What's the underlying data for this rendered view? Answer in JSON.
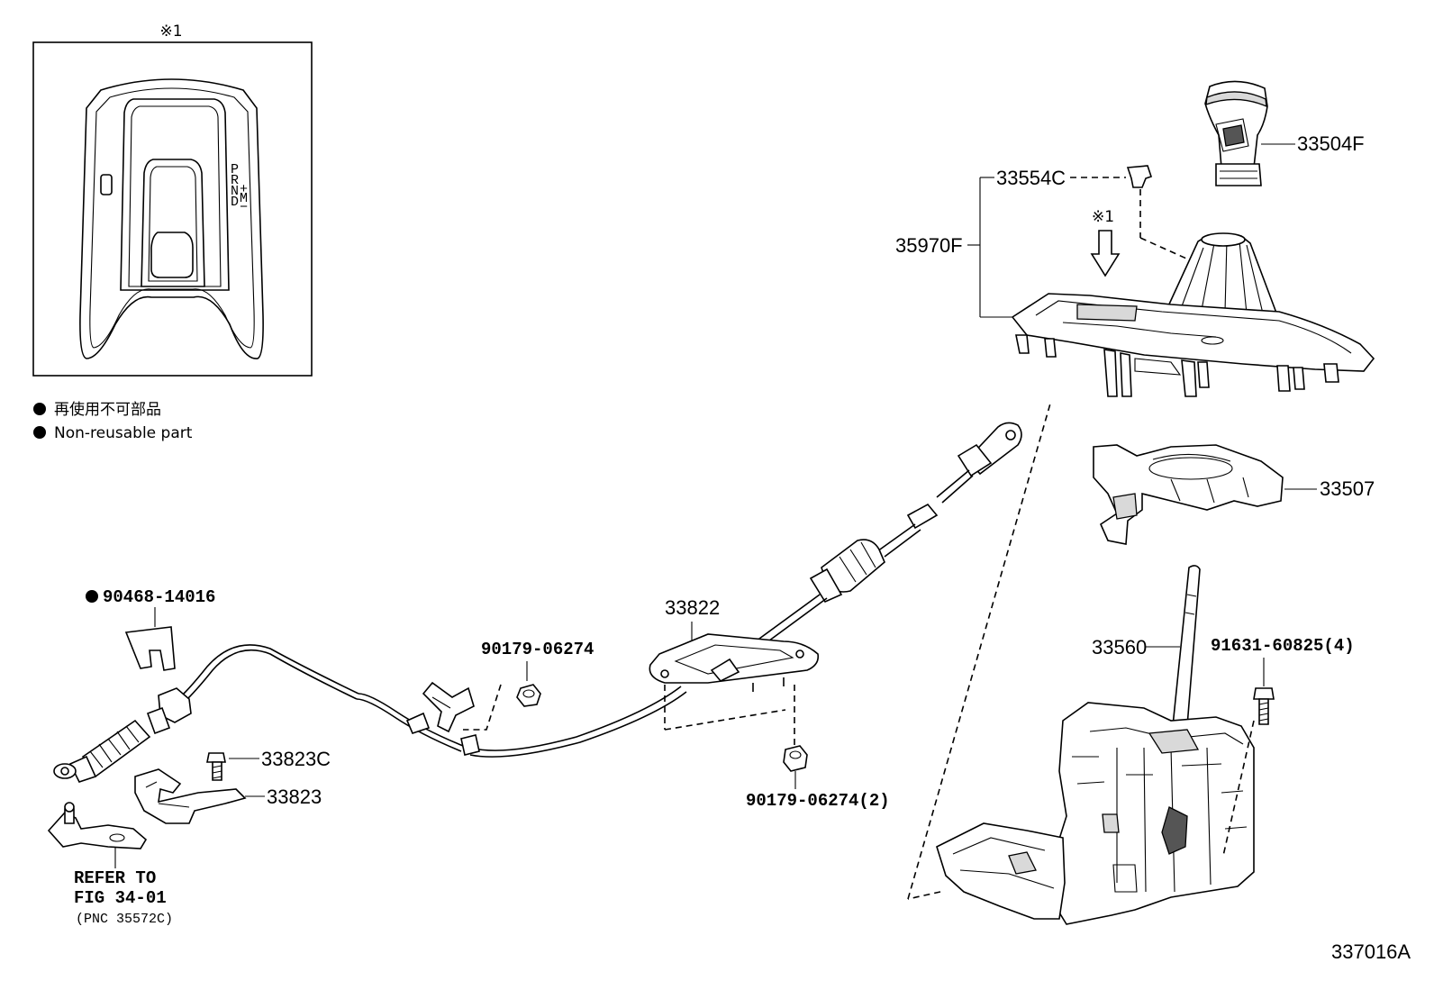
{
  "inset": {
    "marker": "※1"
  },
  "legend": [
    {
      "text": "再使用不可部品"
    },
    {
      "text": "Non-reusable part"
    }
  ],
  "parts": {
    "p33504F": "33504F",
    "p33554C": "33554C",
    "p35970F": "35970F",
    "p33507": "33507",
    "p33560": "33560",
    "p91631": "91631-60825(4)",
    "p33822": "33822",
    "p90179a": "90179-06274",
    "p90179b": "90179-06274(2)",
    "p90468": "90468-14016",
    "p33823C": "33823C",
    "p33823": "33823"
  },
  "marker_arrow": "※1",
  "refer": {
    "line1": "REFER TO",
    "line2": "FIG 34-01",
    "line3": "(PNC 35572C)"
  },
  "figure_id": "337016A"
}
